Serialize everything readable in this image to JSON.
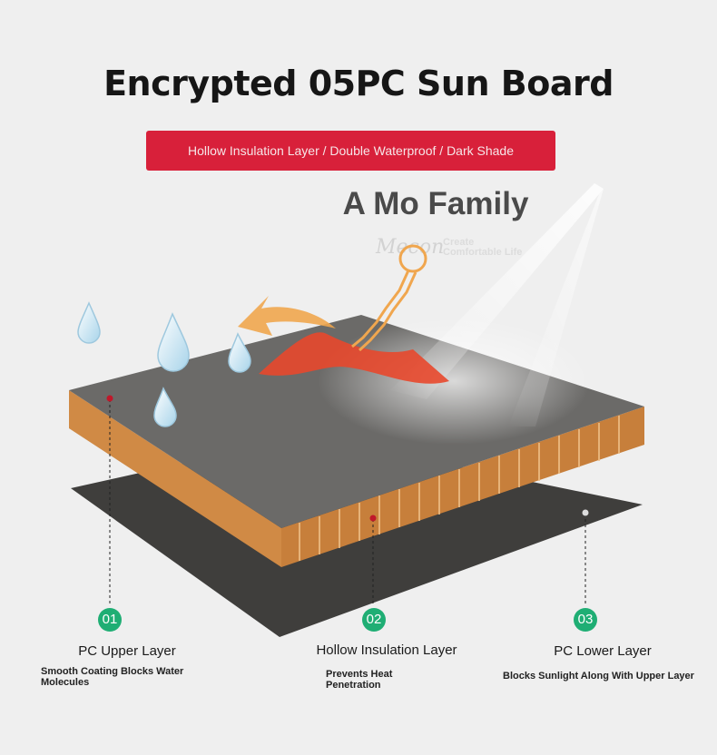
{
  "title": "Encrypted 05PC Sun Board",
  "banner": "Hollow Insulation Layer / Double Waterproof / Dark Shade",
  "brand": {
    "name": "A Mo Family",
    "logo_mark": "Mecon",
    "tagline_1": "Create",
    "tagline_2": "Comfortable Life"
  },
  "layers": [
    {
      "number": "01",
      "title": "PC Upper Layer",
      "description_1": "Smooth Coating Blocks Water",
      "description_2": "Molecules"
    },
    {
      "number": "02",
      "title": "Hollow Insulation Layer",
      "description_1": "Prevents Heat",
      "description_2": "Penetration"
    },
    {
      "number": "03",
      "title": "PC Lower Layer",
      "description_1": "Blocks Sunlight Along With Upper Layer",
      "description_2": ""
    }
  ],
  "colors": {
    "banner": "#d8203a",
    "badge": "#1fae74",
    "top_surface": "#6b6a68",
    "core": "#d08a45",
    "bottom_layer": "#3f3e3c",
    "heat_arrow": "#f0a64e",
    "heat_wave": "#e8482c"
  },
  "icons": [
    "water-drop-icon",
    "sun-ray-icon",
    "heat-arrow-icon",
    "heat-wave-icon",
    "marker-dot-icon"
  ]
}
